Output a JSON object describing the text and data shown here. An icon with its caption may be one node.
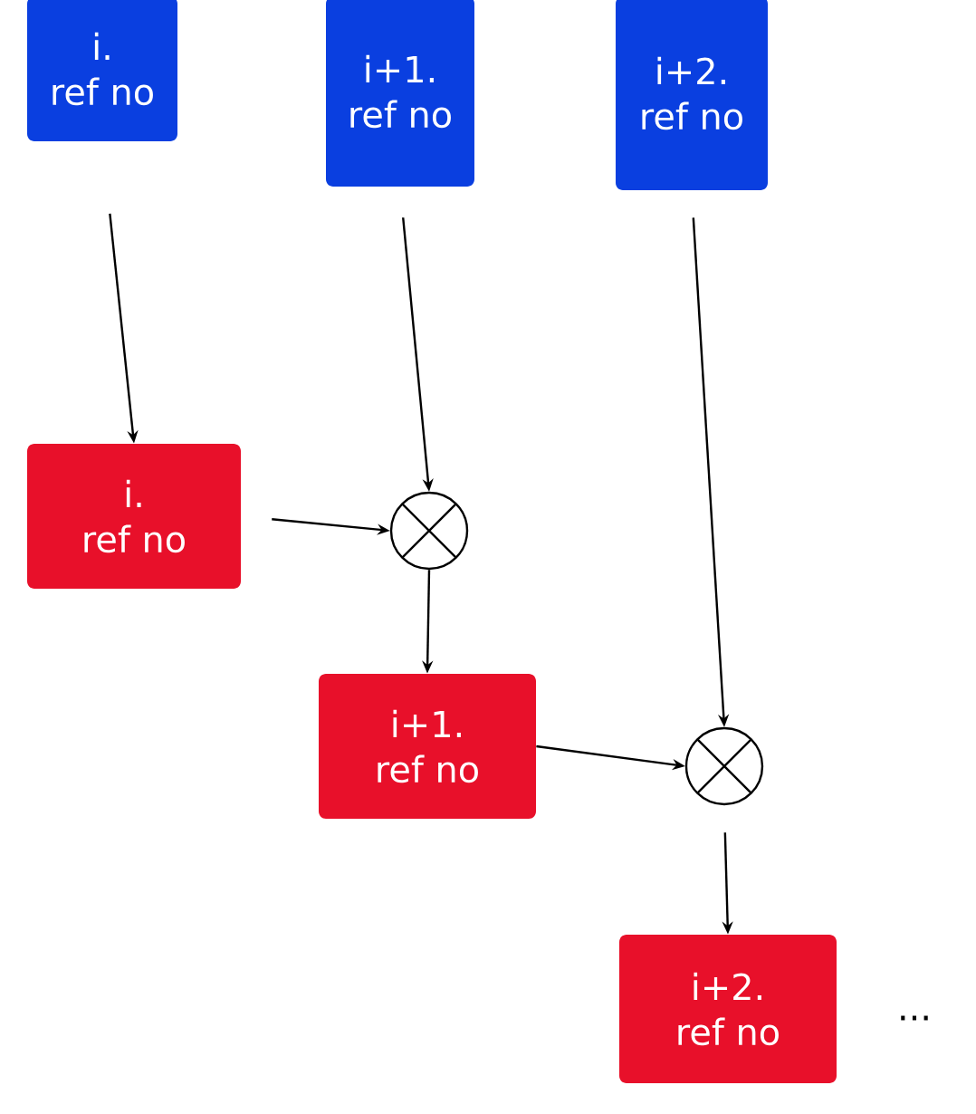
{
  "diagram": {
    "nodes": [
      {
        "text": [
          "i.",
          "ref no"
        ]
      },
      {
        "text": [
          "i+1.",
          "ref no"
        ]
      },
      {
        "text": [
          "i+2.",
          "ref no"
        ]
      },
      {
        "text": [
          "i.",
          "ref no"
        ]
      },
      {
        "text": [],
        "shape": "circle"
      },
      {
        "text": [
          "i+1.",
          "ref no"
        ]
      },
      {
        "text": [],
        "shape": "circle"
      },
      {
        "text": [
          "i+2.",
          "ref no"
        ]
      }
    ],
    "edges": [
      {
        "from": 0,
        "to": 3,
        "arrow": "to"
      },
      {
        "from": 1,
        "to": 4,
        "arrow": "to"
      },
      {
        "from": 3,
        "to": 4,
        "arrow": "to"
      },
      {
        "from": 4,
        "to": 5,
        "arrow": "to"
      },
      {
        "from": 2,
        "to": 6,
        "arrow": "to"
      },
      {
        "from": 5,
        "to": 6,
        "arrow": "to"
      },
      {
        "from": 6,
        "to": 7,
        "arrow": "to"
      }
    ],
    "labels": [
      "..."
    ]
  }
}
